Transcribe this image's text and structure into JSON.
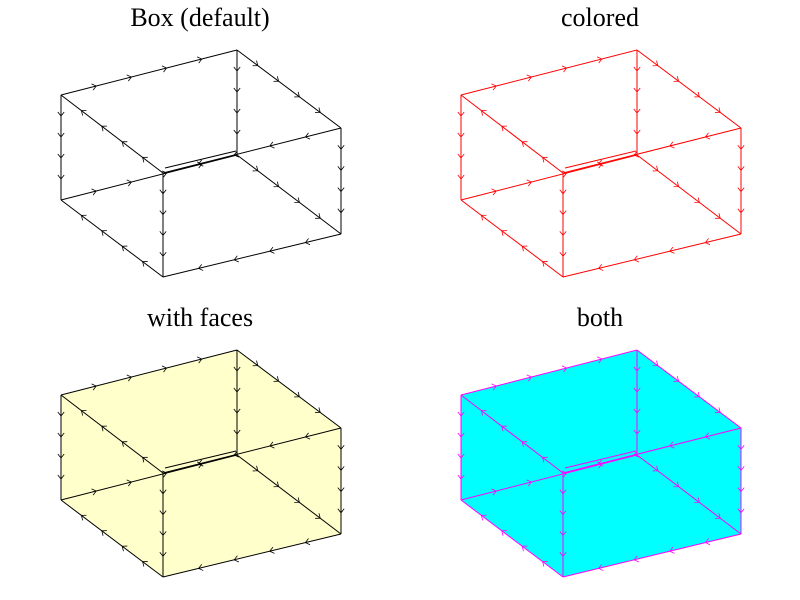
{
  "panels": [
    {
      "title": "Box (default)",
      "edge_color": "#000000",
      "face_color": null
    },
    {
      "title": "colored",
      "edge_color": "#ff0000",
      "face_color": null
    },
    {
      "title": "with faces",
      "edge_color": "#000000",
      "face_color": "#ffffcc"
    },
    {
      "title": "both",
      "edge_color": "#ff00ff",
      "face_color": "#00ffff"
    }
  ]
}
